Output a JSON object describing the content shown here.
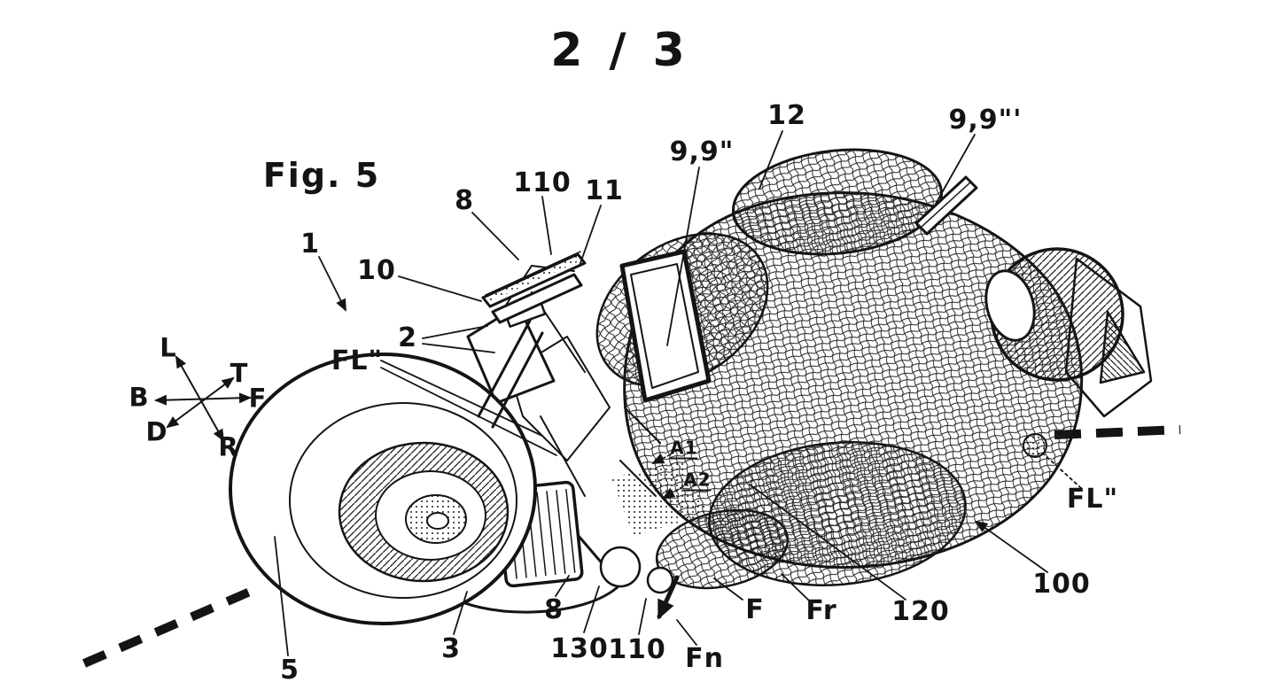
{
  "page": {
    "sheet_number": "2 / 3",
    "figure_label": "Fig. 5"
  },
  "compass": {
    "left": "L",
    "top": "T",
    "back": "B",
    "front": "F",
    "down": "D",
    "right": "R"
  },
  "reference_labels": {
    "r1": "1",
    "r2": "2",
    "r3": "3",
    "r5": "5",
    "r8_top": "8",
    "r8_bottom": "8",
    "r10": "10",
    "r11": "11",
    "r12": "12",
    "r100": "100",
    "r110_top": "110",
    "r110_bottom": "110",
    "r120": "120",
    "r130": "130",
    "r9_9_doubleprime": "9,9\"",
    "r9_9_tripleprime": "9,9\"'",
    "fl_left": "FL\"",
    "fl_right": "FL\"",
    "a1": "A1",
    "a2": "A2",
    "f": "F",
    "fn": "Fn",
    "fr": "Fr"
  }
}
